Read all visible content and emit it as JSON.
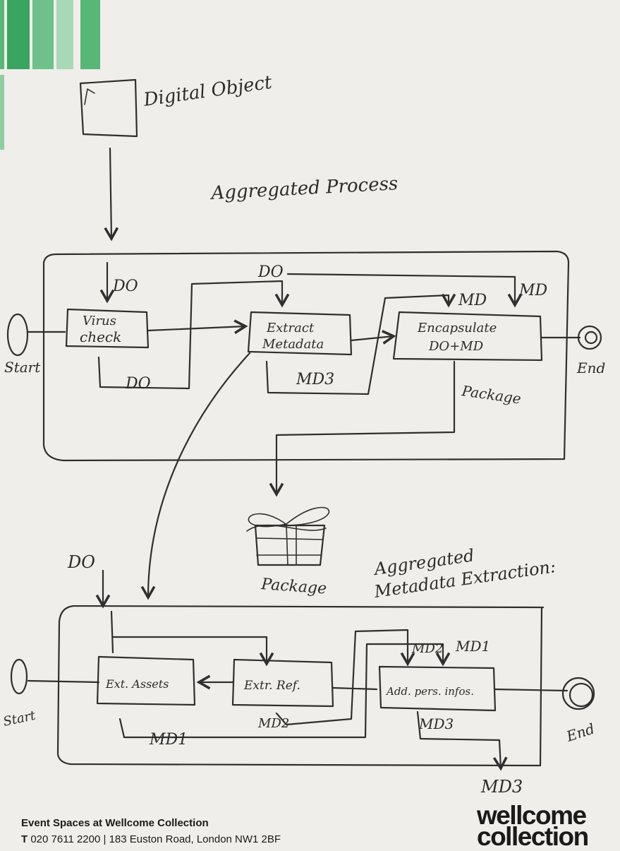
{
  "colors": {
    "paper": "#efeeea",
    "ink": "#2f2f2f",
    "green_dark": "#39a560",
    "green_mid": "#6fc08a",
    "green_light": "#a9d8b6"
  },
  "top": {
    "object_label": "Digital Object",
    "title": "Aggregated Process",
    "start_label": "Start",
    "end_label": "End",
    "virus_check_line1": "Virus",
    "virus_check_line2": "check",
    "extract_line1": "Extract",
    "extract_line2": "Metadata",
    "encapsulate_line1": "Encapsulate",
    "encapsulate_line2": "DO+MD",
    "do_in": "DO",
    "do_to_extract": "DO",
    "do_loop": "DO",
    "md_in_1": "MD",
    "md_in_2": "MD",
    "md3": "MD3",
    "package_flow": "Package"
  },
  "package_icon_label": "Package",
  "bottom": {
    "title_line1": "Aggregated",
    "title_line2": "Metadata Extraction:",
    "do_in": "DO",
    "start_label": "Start",
    "end_label": "End",
    "ext_assets": "Ext. Assets",
    "ext_ref": "Extr. Ref.",
    "add_pers": "Add. pers. infos.",
    "md2_label": "MD2",
    "md2_in": "MD2",
    "md1_in": "MD1",
    "md1_label": "MD1",
    "md3_label": "MD3",
    "md3_out": "MD3"
  },
  "footer": {
    "title": "Event Spaces at Wellcome Collection",
    "phone_prefix": "T",
    "phone": "020 7611 2200",
    "address": "| 183 Euston Road, London NW1 2BF"
  },
  "brand": {
    "line1": "wellcome",
    "line2": "collection"
  }
}
